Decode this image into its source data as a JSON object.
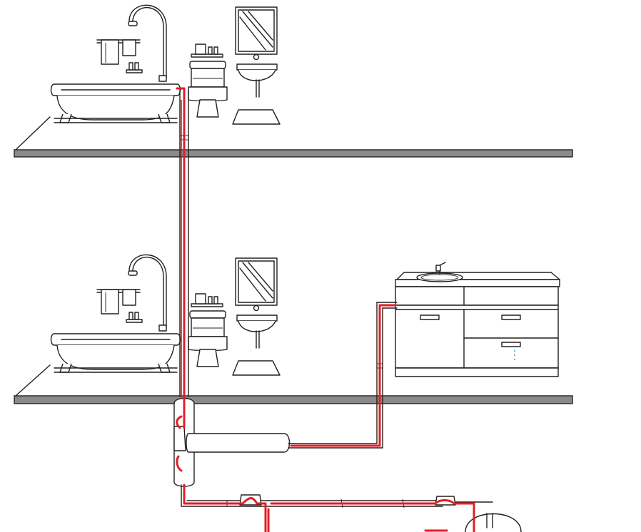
{
  "diagram": {
    "floors": [
      {
        "level": "upper",
        "fixtures": [
          "bathtub",
          "shower",
          "towel-rack",
          "toilet",
          "washbasin",
          "mirror",
          "bath-mat"
        ]
      },
      {
        "level": "lower",
        "fixtures": [
          "bathtub",
          "shower",
          "towel-rack",
          "toilet",
          "washbasin",
          "mirror",
          "bath-mat",
          "kitchen-cabinet",
          "kitchen-sink"
        ]
      }
    ],
    "colors": {
      "line": "#231f20",
      "slab": "#8a8a8c",
      "drain_pipe": "#e31e24",
      "water_drop": "#4fb3e8",
      "background": "#ffffff"
    }
  }
}
